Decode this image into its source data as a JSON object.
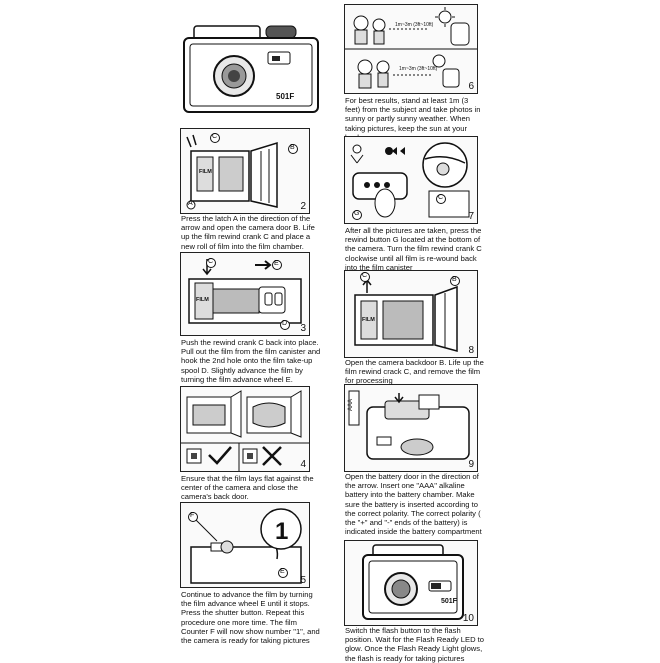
{
  "model_label": "501F",
  "labels": {
    "a": "A",
    "b": "B",
    "c": "C",
    "d": "D",
    "e": "E",
    "f": "F",
    "g": "G",
    "film": "FILM",
    "range_top": "1m~3m (3ft~10ft)",
    "range_bottom": "1m~3m (3ft~10ft)",
    "aaa": "AAA"
  },
  "panels": [
    {
      "number": "2",
      "caption": "Press the latch A in the direction of the arrow and open the camera door B. Life up the film rewind crank C and place a new roll of film into the film chamber."
    },
    {
      "number": "3",
      "caption": "Push the rewind crank C back into place. Pull out the film from the film canister and hook the 2nd hole onto the film take-up spool D. Slightly advance the film by turning the film advance wheel E."
    },
    {
      "number": "4",
      "caption": "Ensure that the film lays flat against the center of the camera and close the camera's back door."
    },
    {
      "number": "5",
      "caption": "Continue to advance the film by turning the film advance wheel E until it stops. Press the shutter button. Repeat this procedure one more time. The film Counter F will now show number \"1\", and the camera is ready for taking pictures"
    },
    {
      "number": "6",
      "caption": "For best results, stand at least 1m (3 feet) from the subject and take photos in sunny or partly sunny weather. When taking pictures, keep the sun at your back"
    },
    {
      "number": "7",
      "caption": "After all the pictures are taken, press the rewind button G located at the bottom of the camera. Turn the film rewind crank C clockwise until all film is re-wound back into the film canister"
    },
    {
      "number": "8",
      "caption": "Open the camera backdoor B. Life up the film rewind crack C, and remove the film for processing"
    },
    {
      "number": "9",
      "caption": "Open the battery door in the direction of the arrow. Insert one \"AAA\" alkaline battery into the battery chamber. Make sure the battery is inserted according to the correct polarity. The correct polarity ( the \"+\" and \"-\" ends of the battery) is indicated inside the battery compartment"
    },
    {
      "number": "10",
      "caption": "Switch the flash button to the flash position. Wait for the Flash Ready LED to glow. Once the Flash Ready Light glows, the flash is ready for taking pictures"
    }
  ]
}
